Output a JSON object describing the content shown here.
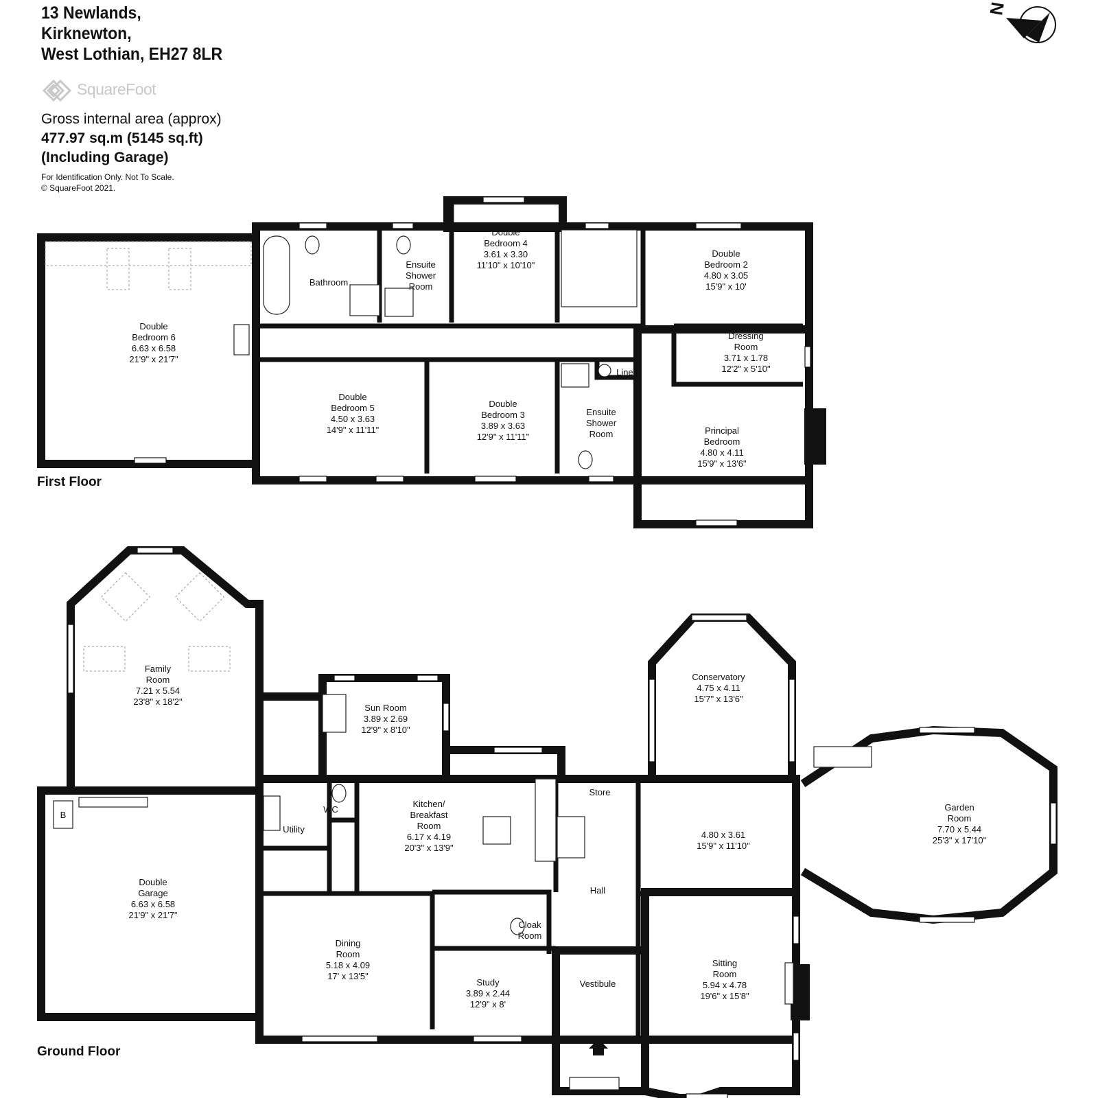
{
  "address": [
    "13 Newlands,",
    "Kirknewton,",
    "West Lothian, EH27 8LR"
  ],
  "logo": {
    "name": "SquareFoot"
  },
  "area": {
    "label": "Gross internal area (approx)",
    "value": "477.97 sq.m (5145 sq.ft)",
    "note": "(Including Garage)"
  },
  "disclaimer": [
    "For Identification Only. Not To Scale.",
    "© SquareFoot 2021."
  ],
  "compass": {
    "letter": "N"
  },
  "floors": {
    "first": {
      "label": "First Floor",
      "rooms": {
        "bed6": [
          "Double",
          "Bedroom 6",
          "6.63 x 6.58",
          "21'9\" x 21'7\""
        ],
        "bathroom": [
          "Bathroom"
        ],
        "ensuite1": [
          "Ensuite",
          "Shower",
          "Room"
        ],
        "bed4": [
          "Double",
          "Bedroom 4",
          "3.61 x 3.30",
          "11'10\" x 10'10\""
        ],
        "bed2": [
          "Double",
          "Bedroom 2",
          "4.80 x 3.05",
          "15'9\" x 10'"
        ],
        "dressing": [
          "Dressing",
          "Room",
          "3.71 x 1.78",
          "12'2\" x 5'10\""
        ],
        "linen": [
          "Linen"
        ],
        "bed5": [
          "Double",
          "Bedroom 5",
          "4.50 x 3.63",
          "14'9\" x 11'11\""
        ],
        "bed3": [
          "Double",
          "Bedroom 3",
          "3.89 x 3.63",
          "12'9\" x 11'11\""
        ],
        "ensuite2": [
          "Ensuite",
          "Shower",
          "Room"
        ],
        "principal": [
          "Principal",
          "Bedroom",
          "4.80 x 4.11",
          "15'9\" x 13'6\""
        ]
      }
    },
    "ground": {
      "label": "Ground Floor",
      "rooms": {
        "family": [
          "Family",
          "Room",
          "7.21 x 5.54",
          "23'8\" x 18'2\""
        ],
        "sunroom": [
          "Sun Room",
          "3.89 x 2.69",
          "12'9\" x 8'10\""
        ],
        "conservatory": [
          "Conservatory",
          "4.75 x 4.11",
          "15'7\" x 13'6\""
        ],
        "garden": [
          "Garden",
          "Room",
          "7.70 x 5.44",
          "25'3\" x 17'10\""
        ],
        "boiler": [
          "B"
        ],
        "wc": [
          "WC"
        ],
        "utility": [
          "Utility"
        ],
        "kitchen": [
          "Kitchen/",
          "Breakfast",
          "Room",
          "6.17 x 4.19",
          "20'3\" x 13'9\""
        ],
        "store": [
          "Store"
        ],
        "unnamed": [
          "4.80 x 3.61",
          "15'9\" x 11'10\""
        ],
        "garage": [
          "Double",
          "Garage",
          "6.63 x 6.58",
          "21'9\" x 21'7\""
        ],
        "hall": [
          "Hall"
        ],
        "cloak": [
          "Cloak",
          "Room"
        ],
        "dining": [
          "Dining",
          "Room",
          "5.18 x 4.09",
          "17' x 13'5\""
        ],
        "study": [
          "Study",
          "3.89 x 2.44",
          "12'9\" x 8'"
        ],
        "vestibule": [
          "Vestibule"
        ],
        "sitting": [
          "Sitting",
          "Room",
          "5.94 x 4.78",
          "19'6\" x 15'8\""
        ]
      }
    }
  }
}
